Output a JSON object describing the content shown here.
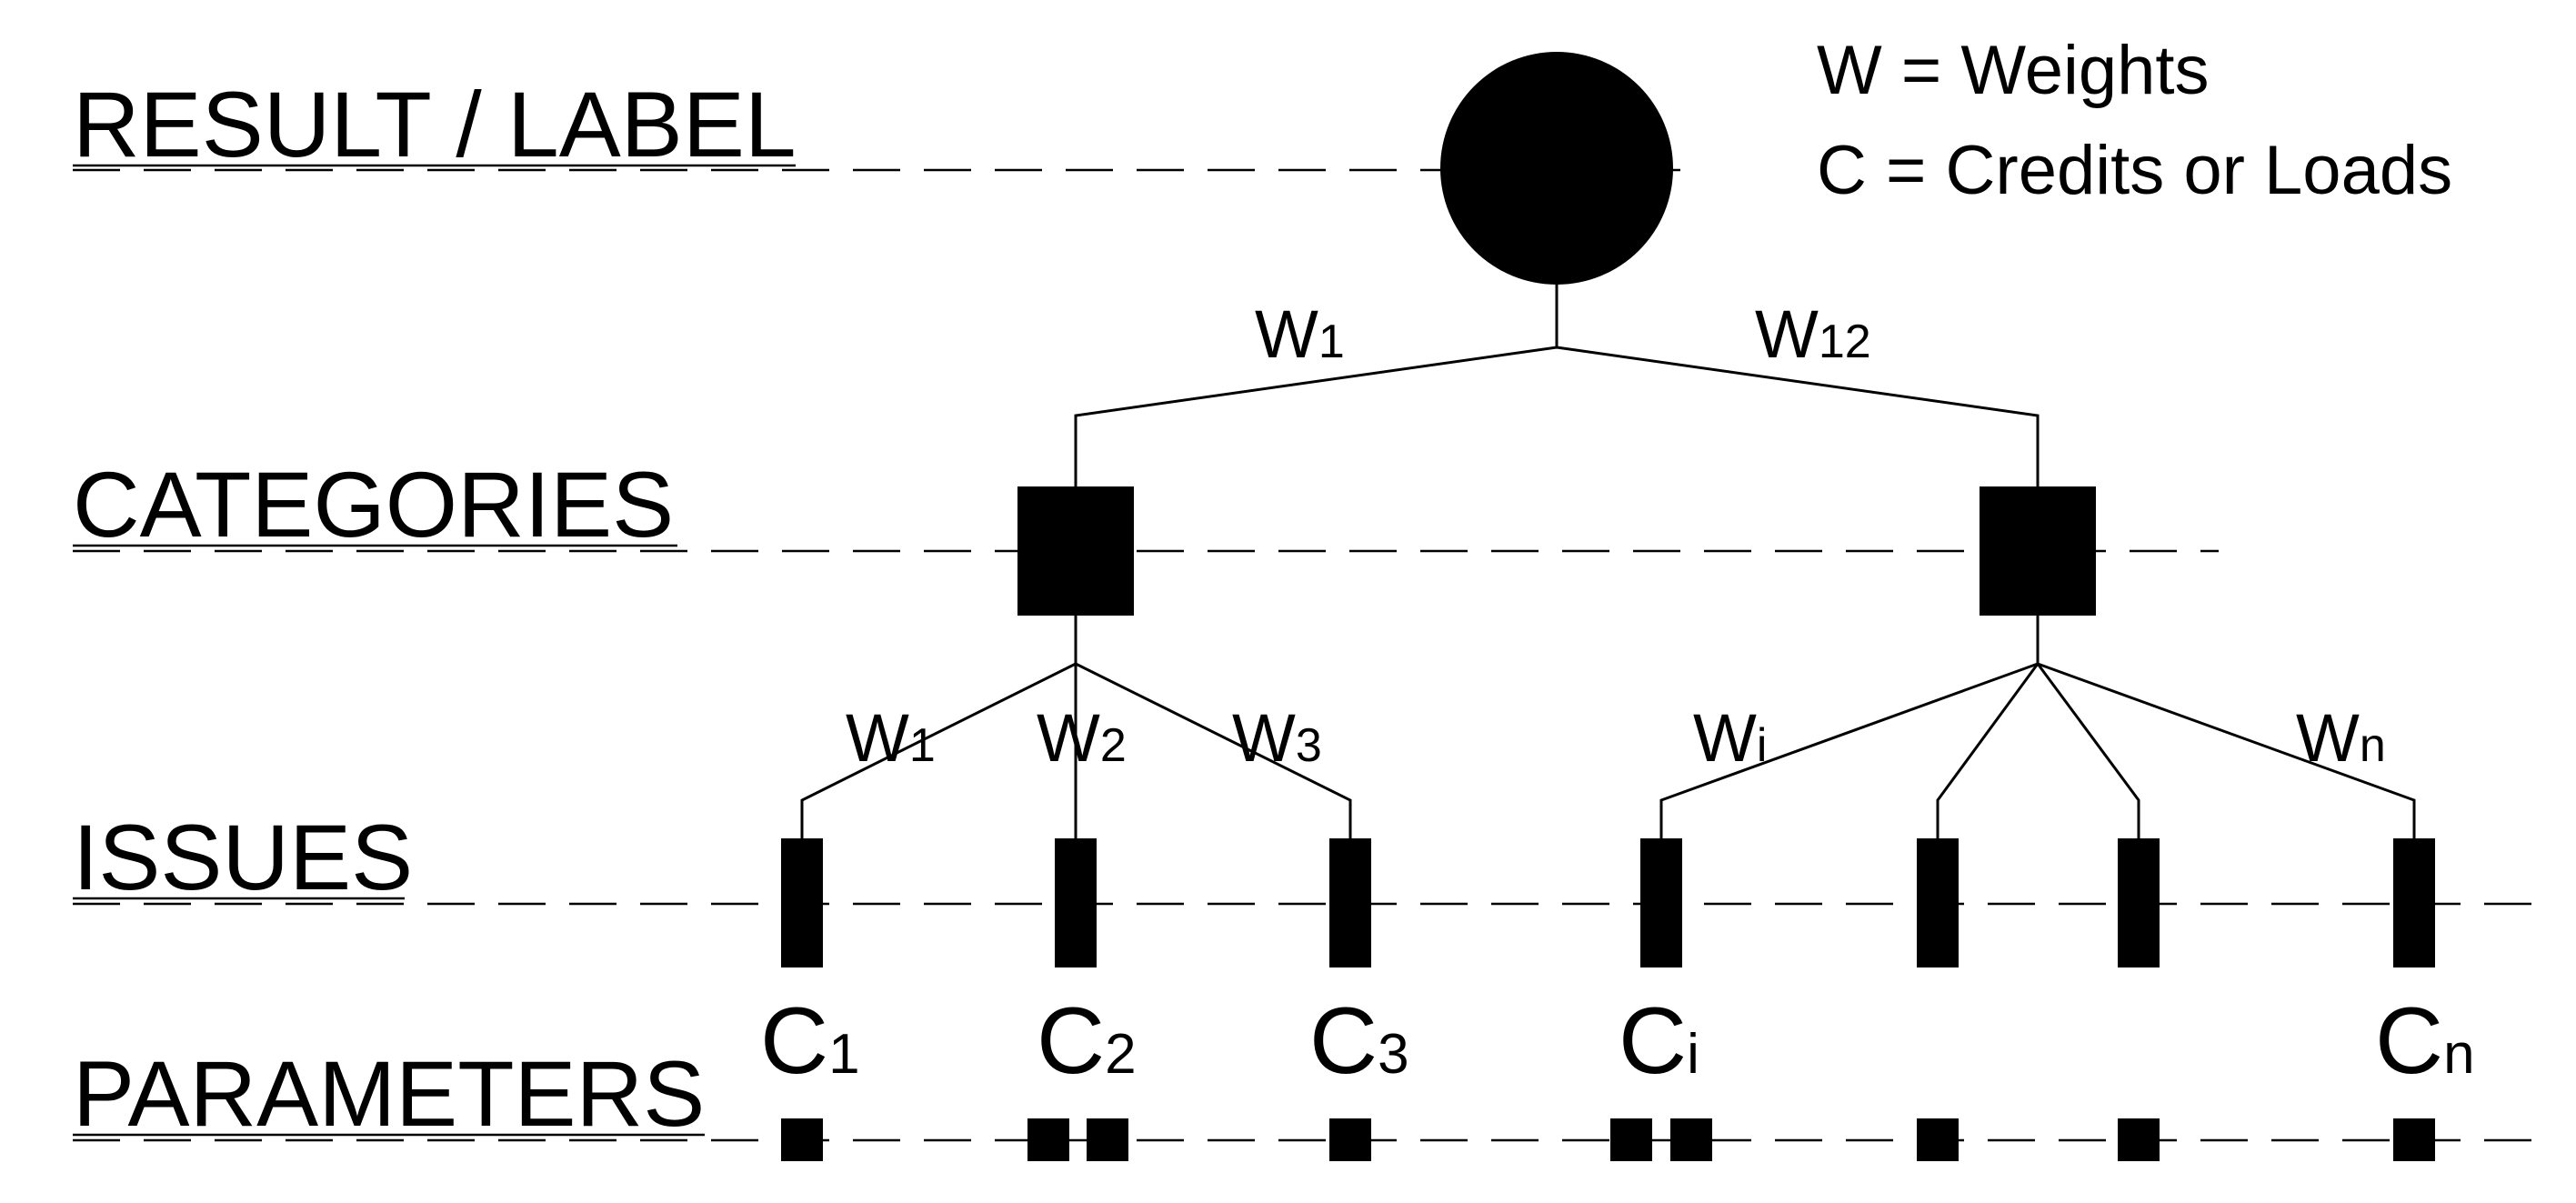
{
  "levels": {
    "result": "RESULT / LABEL",
    "categories": "CATEGORIES",
    "issues": "ISSUES",
    "parameters": "PARAMETERS"
  },
  "legend": {
    "weights": "W = Weights",
    "credits": "C = Credits or Loads"
  },
  "weights": {
    "top_left": {
      "base": "W",
      "sub": "1"
    },
    "top_right": {
      "base": "W",
      "sub": "12"
    },
    "left_1": {
      "base": "W",
      "sub": "1"
    },
    "left_2": {
      "base": "W",
      "sub": "2"
    },
    "left_3": {
      "base": "W",
      "sub": "3"
    },
    "right_i": {
      "base": "W",
      "sub": "i"
    },
    "right_n": {
      "base": "W",
      "sub": "n"
    }
  },
  "credits": {
    "c1": {
      "base": "C",
      "sub": "1"
    },
    "c2": {
      "base": "C",
      "sub": "2"
    },
    "c3": {
      "base": "C",
      "sub": "3"
    },
    "ci": {
      "base": "C",
      "sub": "i"
    },
    "cn": {
      "base": "C",
      "sub": "n"
    }
  },
  "colors": {
    "ink": "#000000",
    "background": "#ffffff"
  }
}
